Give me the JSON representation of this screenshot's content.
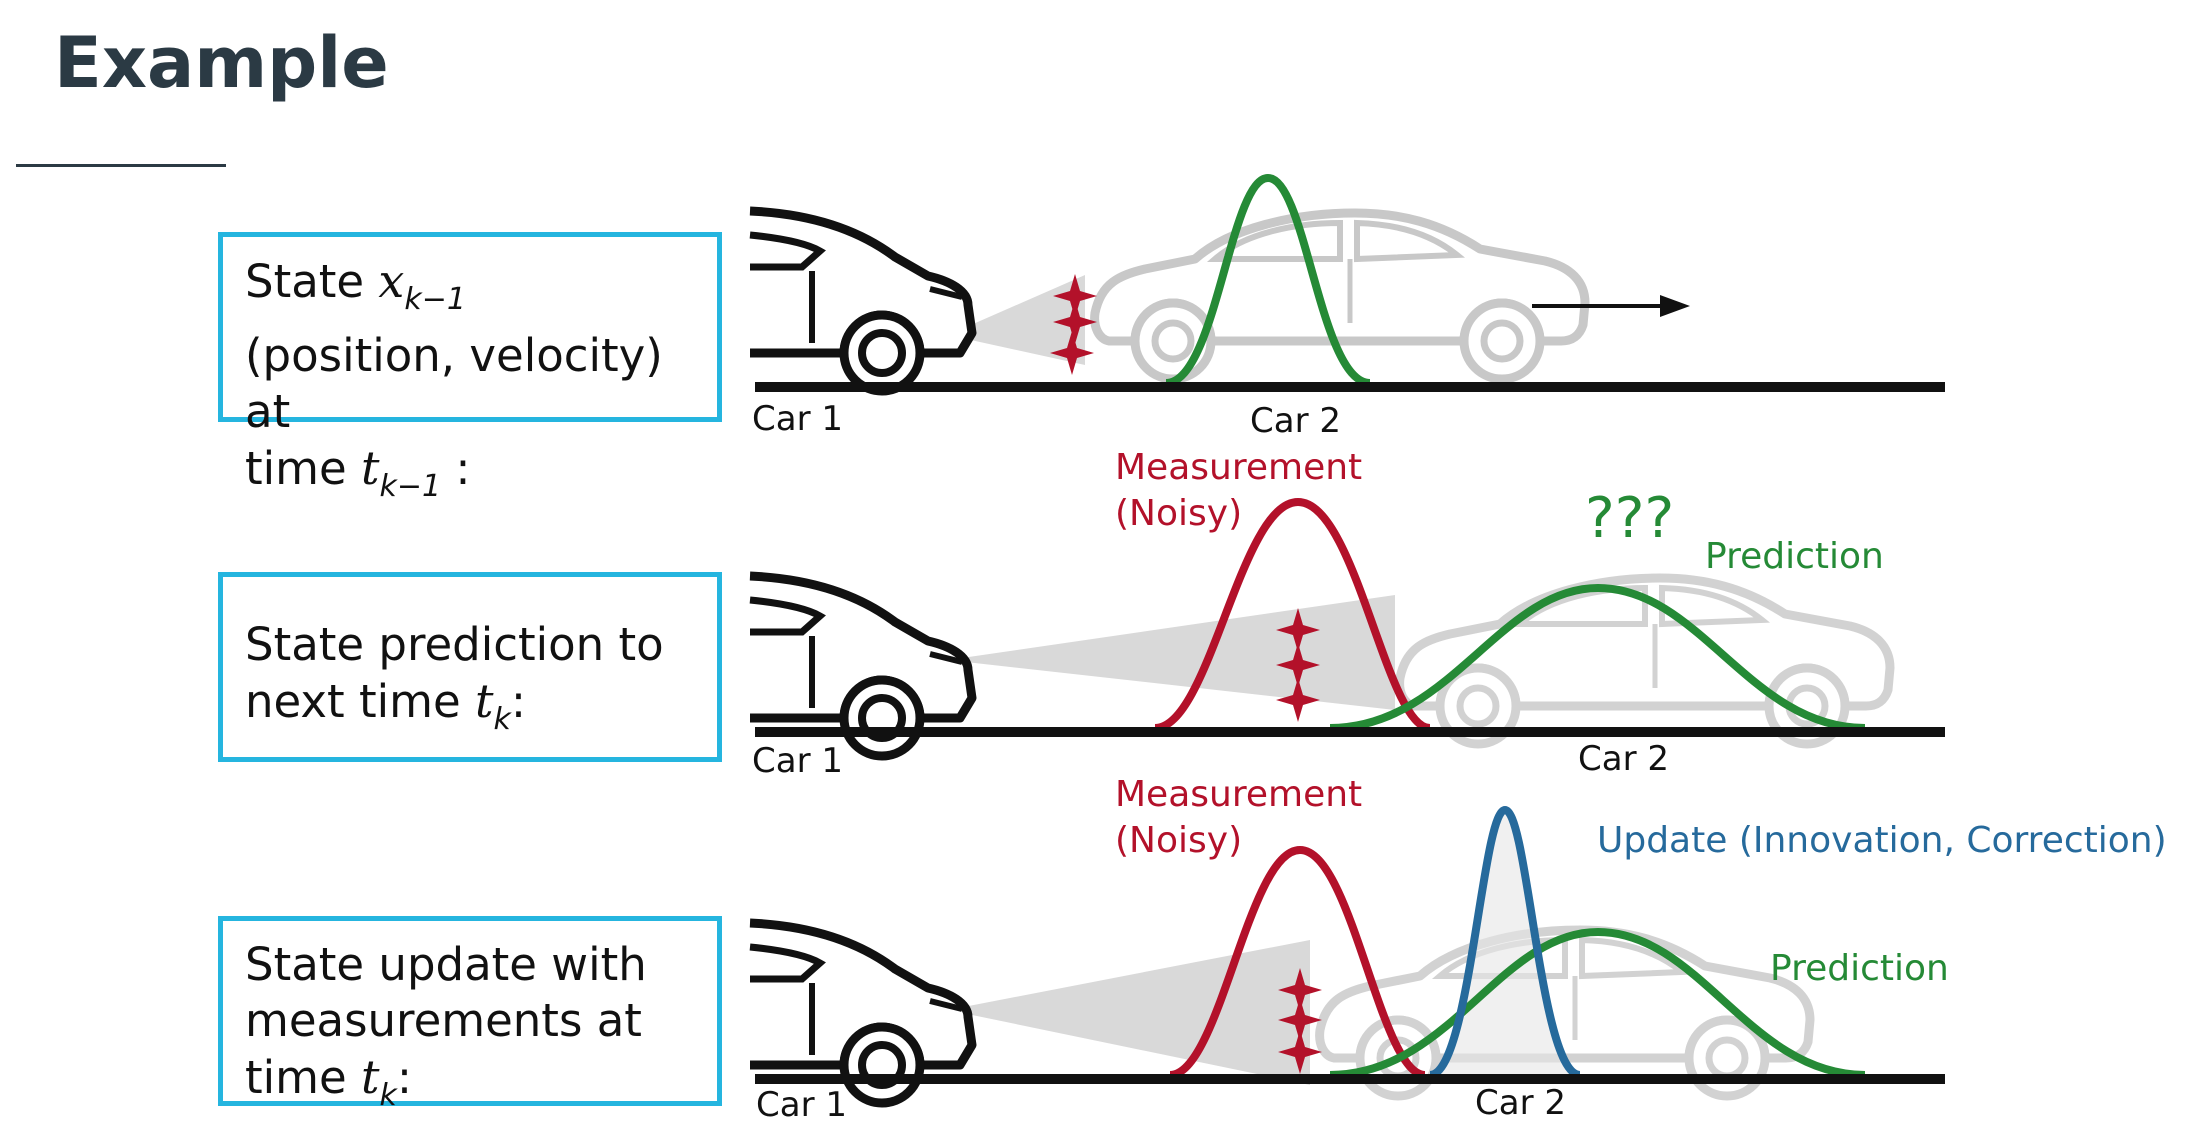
{
  "title": "Example",
  "boxes": {
    "box1": {
      "line1": "State ",
      "var1": "x",
      "sub1": "k−1",
      "line2": "(position, velocity) at",
      "line3": "time ",
      "var3": "t",
      "sub3": "k−1",
      "end3": " :"
    },
    "box2": {
      "line1": "State prediction to",
      "line2": "next time ",
      "var2": "t",
      "sub2": "k",
      "end2": ":"
    },
    "box3": {
      "line1": "State update with",
      "line2": "measurements at",
      "line3": "time ",
      "var3": "t",
      "sub3": "k",
      "end3": ":"
    }
  },
  "labels": {
    "car1": "Car 1",
    "car2": "Car 2",
    "measurement": "Measurement",
    "noisy": "(Noisy)",
    "question": "???",
    "prediction": "Prediction",
    "update": "Update (Innovation, Correction)"
  },
  "colors": {
    "box_border": "#25b5df",
    "measurement": "#b3112a",
    "prediction": "#258a36",
    "update": "#266a9c",
    "title": "#2b3a44"
  }
}
